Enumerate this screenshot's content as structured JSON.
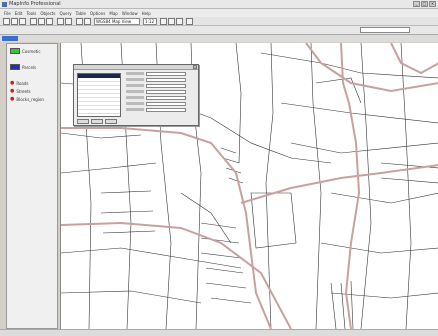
{
  "window": {
    "title": "MapInfo Professional",
    "controls": [
      "_",
      "□",
      "×"
    ]
  },
  "menu": {
    "items": [
      "File",
      "Edit",
      "Tools",
      "Objects",
      "Query",
      "Table",
      "Options",
      "Map",
      "Window",
      "Help"
    ]
  },
  "toolbar": {
    "combo_value": "WGS84 Map View",
    "zoom_value": "1:12"
  },
  "sidebar": {
    "layers": [
      {
        "label": "Cosmetic",
        "color": "#38c43a"
      },
      {
        "label": "Parcels",
        "color": "#2233aa"
      },
      {
        "label": "Roads",
        "color": "#cc2222"
      },
      {
        "label": "Streets",
        "color": "#cc2222"
      },
      {
        "label": "Blocks_region",
        "color": "#cc2222"
      }
    ]
  },
  "colors": {
    "major_road": "#c9a0a0",
    "street": "#333333",
    "map_bg": "#ffffff"
  }
}
